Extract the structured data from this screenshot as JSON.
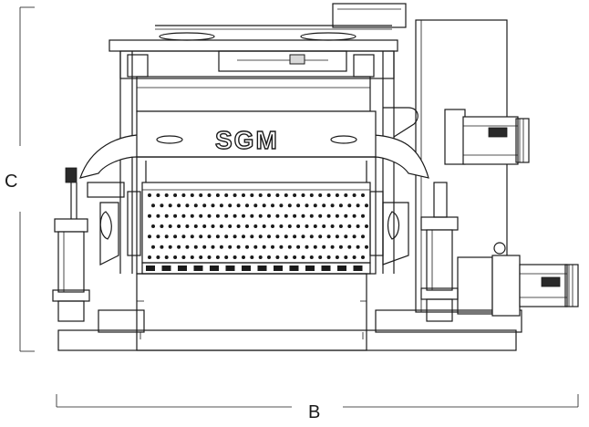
{
  "dimensions": {
    "width_label": "B",
    "height_label": "C"
  },
  "machine": {
    "brand_text": "SGM"
  },
  "perforation": {
    "rows": 7,
    "columns": 26
  },
  "colors": {
    "line": "#1a1a1a",
    "background": "#ffffff",
    "fill_gray": "#d9d9d9"
  }
}
